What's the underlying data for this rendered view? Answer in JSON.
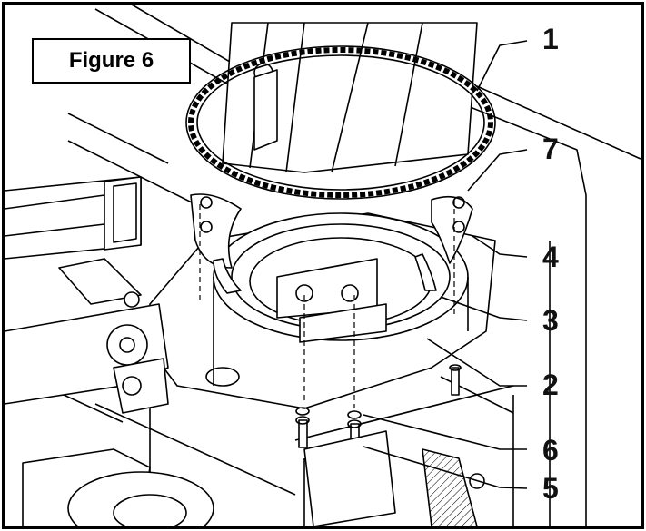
{
  "figure": {
    "caption": "Figure 6"
  },
  "callouts": [
    {
      "label": "1",
      "part": "drive-ring-gear"
    },
    {
      "label": "7",
      "part": "bolt"
    },
    {
      "label": "4",
      "part": "clamp-segment"
    },
    {
      "label": "3",
      "part": "bearing-shoe"
    },
    {
      "label": "2",
      "part": "mounting-ring-plate"
    },
    {
      "label": "6",
      "part": "washer"
    },
    {
      "label": "5",
      "part": "bolt"
    }
  ],
  "colors": {
    "ink": "#000000",
    "paper": "#ffffff",
    "shade": "#d9d9d9"
  }
}
